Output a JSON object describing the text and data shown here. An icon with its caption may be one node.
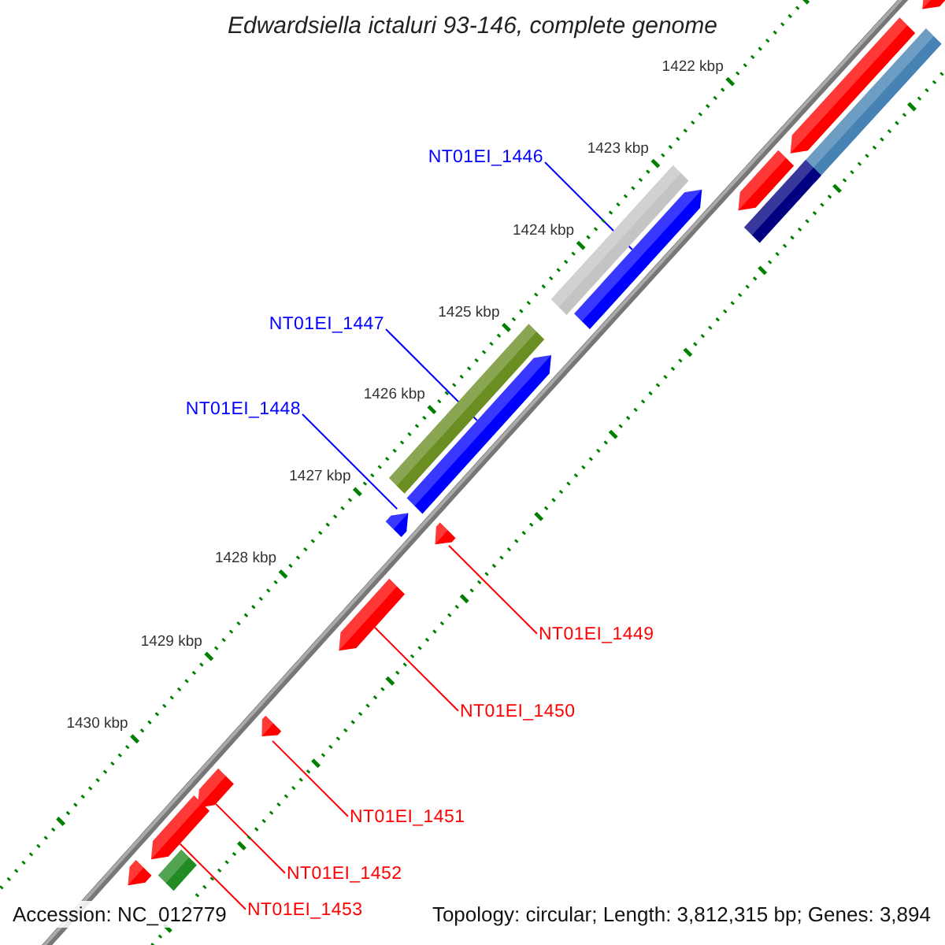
{
  "diagram": {
    "title": "Edwardsiella ictaluri 93-146, complete genome",
    "nodes": [
      {
        "text": [
          "NT01EI_1446"
        ]
      },
      {
        "text": [
          "NT01EI_1447"
        ]
      },
      {
        "text": [
          "NT01EI_1448"
        ]
      },
      {
        "text": [
          "NT01EI_1449"
        ]
      },
      {
        "text": [
          "NT01EI_1450"
        ]
      },
      {
        "text": [
          "NT01EI_1451"
        ]
      },
      {
        "text": [
          "NT01EI_1452"
        ]
      },
      {
        "text": [
          "NT01EI_1453"
        ]
      },
      {
        "text": [],
        "shape": "bar"
      },
      {
        "text": [],
        "shape": "bar"
      },
      {
        "text": [],
        "shape": "bar"
      },
      {
        "text": [],
        "shape": "bar"
      },
      {
        "text": [],
        "shape": "bar"
      },
      {
        "text": [],
        "shape": "bar"
      },
      {
        "text": [],
        "shape": "bar"
      },
      {
        "text": [],
        "shape": "bar"
      },
      {
        "text": [],
        "shape": "bar"
      },
      {
        "text": [],
        "shape": "bar"
      },
      {
        "text": [],
        "shape": "bar"
      },
      {
        "text": [],
        "shape": "bar"
      },
      {
        "text": [],
        "shape": "bar"
      },
      {
        "text": [],
        "shape": "bar"
      },
      {
        "text": [],
        "shape": "bar"
      },
      {
        "text": [],
        "shape": "bar"
      },
      {
        "text": [],
        "shape": "bar"
      }
    ],
    "edges": [
      {
        "from": 0,
        "to": 8,
        "arrow": "none",
        "color": "#0000ff"
      },
      {
        "from": 1,
        "to": 9,
        "arrow": "none",
        "color": "#0000ff"
      },
      {
        "from": 2,
        "to": 10,
        "arrow": "none",
        "color": "#0000ff"
      },
      {
        "from": 3,
        "to": 11,
        "arrow": "none"
      },
      {
        "from": 4,
        "to": 12,
        "arrow": "none"
      },
      {
        "from": 5,
        "to": 13,
        "arrow": "none"
      },
      {
        "from": 6,
        "to": 14,
        "arrow": "none"
      },
      {
        "from": 7,
        "to": 15,
        "arrow": "none"
      }
    ],
    "labels": [
      "1422 kbp",
      "1423 kbp",
      "1424 kbp",
      "1425 kbp",
      "1426 kbp",
      "1427 kbp",
      "1428 kbp",
      "1429 kbp",
      "1430 kbp",
      "Accession: NC_012779",
      "Topology: circular; Length: 3,812,315 bp; Genes: 3,894"
    ]
  }
}
